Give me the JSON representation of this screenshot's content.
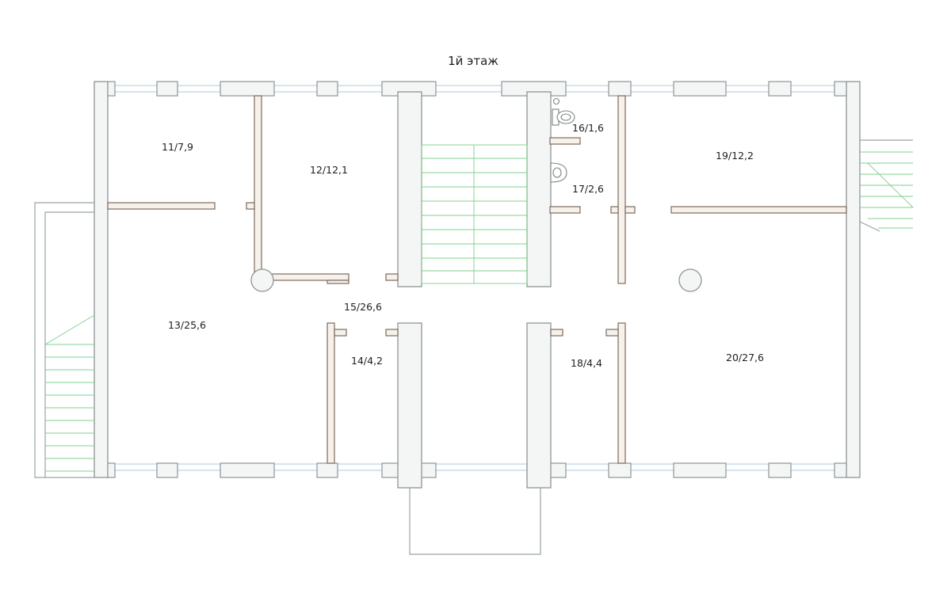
{
  "plan": {
    "title": "1й этаж",
    "rooms": [
      {
        "id": "r11",
        "label": "11/7,9"
      },
      {
        "id": "r12",
        "label": "12/12,1"
      },
      {
        "id": "r13",
        "label": "13/25,6"
      },
      {
        "id": "r14",
        "label": "14/4,2"
      },
      {
        "id": "r15",
        "label": "15/26,6"
      },
      {
        "id": "r16",
        "label": "16/1,6"
      },
      {
        "id": "r17",
        "label": "17/2,6"
      },
      {
        "id": "r18",
        "label": "18/4,4"
      },
      {
        "id": "r19",
        "label": "19/12,2"
      },
      {
        "id": "r20",
        "label": "20/27,6"
      }
    ],
    "colors": {
      "outer_wall": "#f4f5f5",
      "partition": "#f7f1ec",
      "stairs": "#7ed18c",
      "window_glass": "#bcd3e6"
    }
  }
}
